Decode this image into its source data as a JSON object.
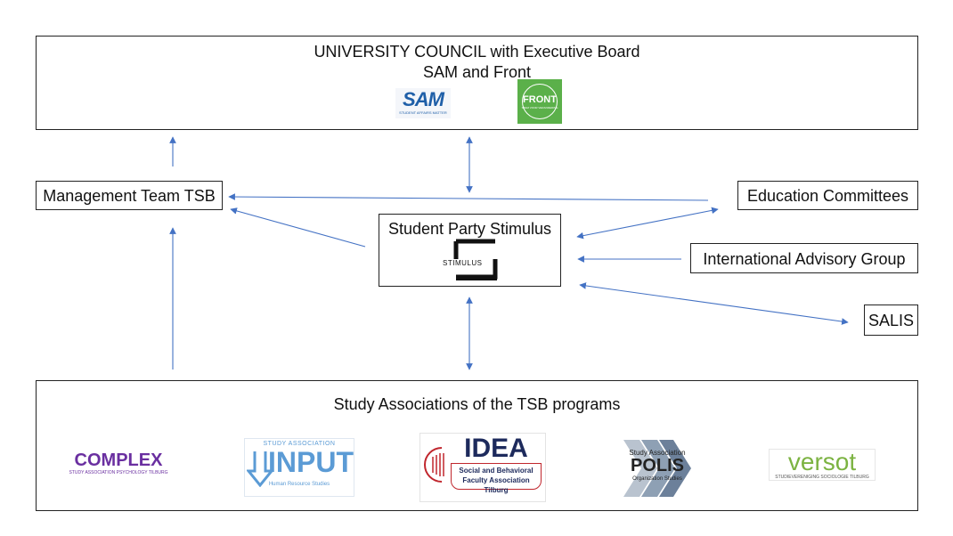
{
  "council": {
    "title": "UNIVERSITY COUNCIL with Executive Board",
    "subtitle": "SAM and Front",
    "logos": {
      "sam": {
        "text": "SAM",
        "subtext": "STUDENT AFFAIRS MATTER",
        "color": "#1f5fa8"
      },
      "front": {
        "text": "FRONT",
        "subtext": "STEM VOOR VERANDERING",
        "color": "#5bb04a"
      }
    }
  },
  "management": {
    "label": "Management Team TSB"
  },
  "stimulus": {
    "label": "Student Party Stimulus",
    "logo_text": "STIMULUS"
  },
  "education": {
    "label": "Education Committees"
  },
  "international": {
    "label": "International Advisory Group"
  },
  "salis": {
    "label": "SALIS"
  },
  "associations": {
    "title": "Study Associations of the TSB programs",
    "logos": {
      "complex": {
        "text": "COMPLEX",
        "subtext": "STUDY ASSOCIATION PSYCHOLOGY TILBURG",
        "color": "#6a2fa0"
      },
      "input": {
        "top": "STUDY ASSOCIATION",
        "text": "INPUT",
        "subtext": "Human Resource Studies",
        "color": "#5b9bd5"
      },
      "idea": {
        "text": "IDEA",
        "line1": "Social and Behavioral",
        "line2": "Faculty Association Tilburg",
        "color": "#1d2a5c",
        "accent": "#c0262d"
      },
      "polis": {
        "top": "Study Association",
        "text": "POLIS",
        "subtext": "Organization Studies",
        "color": "#222222"
      },
      "versot": {
        "text": "versot",
        "subtext": "STUDIEVERENIGING SOCIOLOGIE TILBURG",
        "color": "#7cb342"
      }
    }
  },
  "colors": {
    "arrow": "#4472c4",
    "border": "#222222"
  }
}
